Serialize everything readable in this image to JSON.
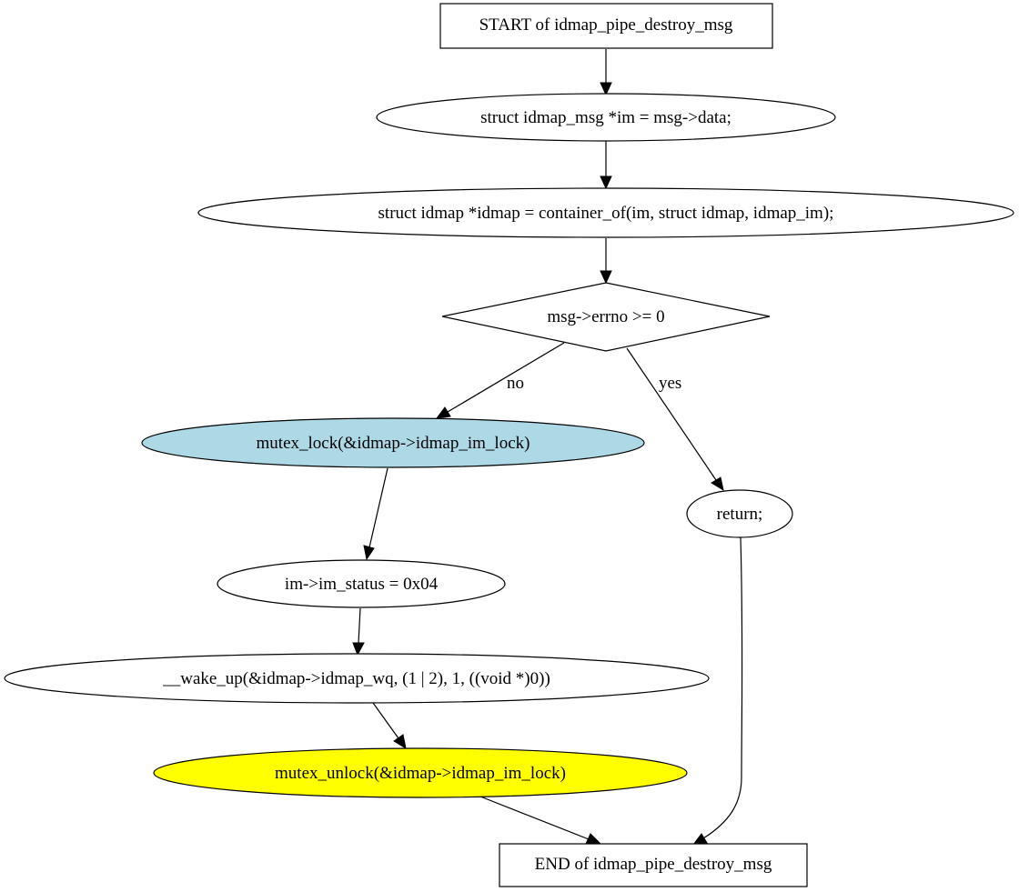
{
  "colors": {
    "background": "#ffffff",
    "stroke": "#000000",
    "text": "#000000",
    "lock_fill": "#add8e6",
    "unlock_fill": "#ffff00",
    "default_fill": "#ffffff"
  },
  "nodes": {
    "start": {
      "label": "START of idmap_pipe_destroy_msg",
      "shape": "box"
    },
    "decl_im": {
      "label": "struct idmap_msg *im = msg->data;",
      "shape": "ellipse"
    },
    "decl_idmap": {
      "label": "struct idmap *idmap = container_of(im, struct idmap, idmap_im);",
      "shape": "ellipse"
    },
    "cond": {
      "label": "msg->errno >= 0",
      "shape": "diamond"
    },
    "lock": {
      "label": "mutex_lock(&idmap->idmap_im_lock)",
      "shape": "ellipse",
      "fill": "lock_fill"
    },
    "ret": {
      "label": "return;",
      "shape": "ellipse"
    },
    "status": {
      "label": "im->im_status = 0x04",
      "shape": "ellipse"
    },
    "wake": {
      "label": "__wake_up(&idmap->idmap_wq, (1 | 2), 1, ((void *)0))",
      "shape": "ellipse"
    },
    "unlock": {
      "label": "mutex_unlock(&idmap->idmap_im_lock)",
      "shape": "ellipse",
      "fill": "unlock_fill"
    },
    "end": {
      "label": "END of idmap_pipe_destroy_msg",
      "shape": "box"
    }
  },
  "edges": {
    "no_label": "no",
    "yes_label": "yes"
  }
}
